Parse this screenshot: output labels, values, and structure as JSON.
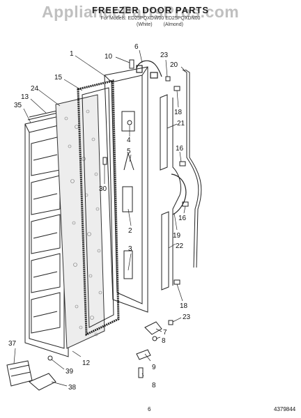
{
  "header": {
    "title": "FREEZER DOOR PARTS",
    "models": "For Models: ED25PQXDW00 ED25PQXDN00",
    "variant_white": "(White)",
    "variant_almond": "(Almond)"
  },
  "watermark": "AppliancePartsPros.com",
  "footer": {
    "page_number": "6",
    "reference": "4379844"
  },
  "callouts": [
    "1",
    "2",
    "3",
    "4",
    "5",
    "6",
    "7",
    "8",
    "8",
    "9",
    "10",
    "12",
    "13",
    "15",
    "16",
    "16",
    "18",
    "18",
    "19",
    "20",
    "21",
    "22",
    "23",
    "23",
    "24",
    "30",
    "35",
    "37",
    "38",
    "39"
  ]
}
